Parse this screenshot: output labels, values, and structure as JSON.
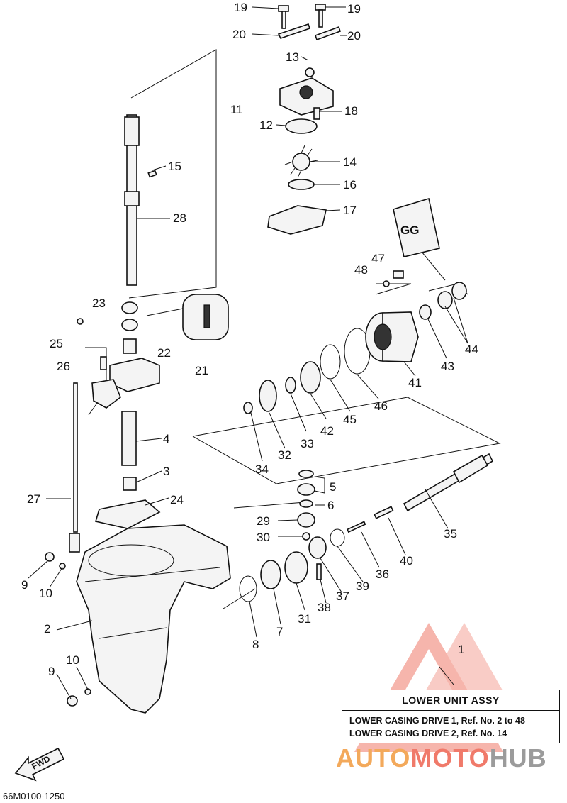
{
  "callouts": [
    "19",
    "19",
    "20",
    "20",
    "13",
    "11",
    "18",
    "12",
    "14",
    "15",
    "16",
    "28",
    "17",
    "47",
    "48",
    "23",
    "44",
    "25",
    "22",
    "43",
    "26",
    "21",
    "41",
    "46",
    "45",
    "42",
    "33",
    "32",
    "4",
    "34",
    "3",
    "5",
    "24",
    "27",
    "6",
    "29",
    "35",
    "30",
    "40",
    "9",
    "39",
    "36",
    "10",
    "37",
    "31",
    "38",
    "7",
    "8",
    "2",
    "10",
    "9",
    "1"
  ],
  "infobox": {
    "title": "LOWER UNIT ASSY",
    "row1": "LOWER CASING DRIVE 1,  Ref. No. 2 to 48",
    "row2": "LOWER CASING DRIVE 2,  Ref. No. 14"
  },
  "watermark": {
    "part_a": "AUTO",
    "part_b": "MOTO",
    "part_c": "HUB"
  },
  "fwd_label": "FWD",
  "diagram_code": "66M0100-1250",
  "grease_label": "GG",
  "colors": {
    "watermark_orange": "#f3a95b",
    "watermark_red": "#f07a6a",
    "watermark_gray": "#9b9b9b"
  }
}
